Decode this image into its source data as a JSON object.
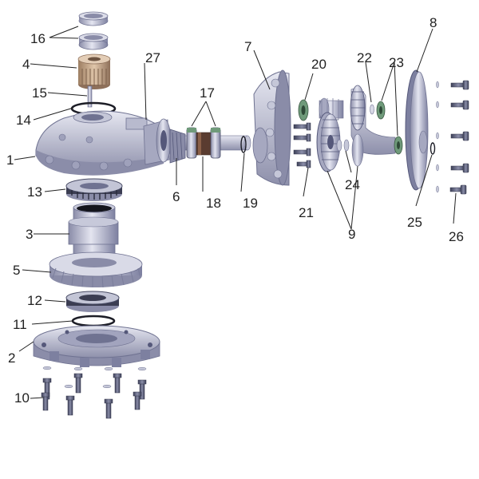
{
  "diagram": {
    "colors": {
      "metal_light": "#d7d8e6",
      "metal_mid": "#a9abc2",
      "metal_dark": "#6f7291",
      "shaft_dark": "#4a4d66",
      "bushing_tan": "#c8a98a",
      "seal_green": "#6f9a7a",
      "seal_black": "#1c1d26",
      "leader_line": "#222222",
      "label_text": "#222222"
    },
    "callouts": [
      {
        "id": "c1",
        "text": "1"
      },
      {
        "id": "c2",
        "text": "2"
      },
      {
        "id": "c3",
        "text": "3"
      },
      {
        "id": "c4",
        "text": "4"
      },
      {
        "id": "c5",
        "text": "5"
      },
      {
        "id": "c6",
        "text": "6"
      },
      {
        "id": "c7",
        "text": "7"
      },
      {
        "id": "c8",
        "text": "8"
      },
      {
        "id": "c9",
        "text": "9"
      },
      {
        "id": "c10",
        "text": "10"
      },
      {
        "id": "c11",
        "text": "11"
      },
      {
        "id": "c12",
        "text": "12"
      },
      {
        "id": "c13",
        "text": "13"
      },
      {
        "id": "c14",
        "text": "14"
      },
      {
        "id": "c15",
        "text": "15"
      },
      {
        "id": "c16",
        "text": "16"
      },
      {
        "id": "c17",
        "text": "17"
      },
      {
        "id": "c18",
        "text": "18"
      },
      {
        "id": "c19",
        "text": "19"
      },
      {
        "id": "c20",
        "text": "20"
      },
      {
        "id": "c21",
        "text": "21"
      },
      {
        "id": "c22",
        "text": "22"
      },
      {
        "id": "c23",
        "text": "23"
      },
      {
        "id": "c24",
        "text": "24"
      },
      {
        "id": "c25",
        "text": "25"
      },
      {
        "id": "c26",
        "text": "26"
      },
      {
        "id": "c27",
        "text": "27"
      }
    ]
  }
}
